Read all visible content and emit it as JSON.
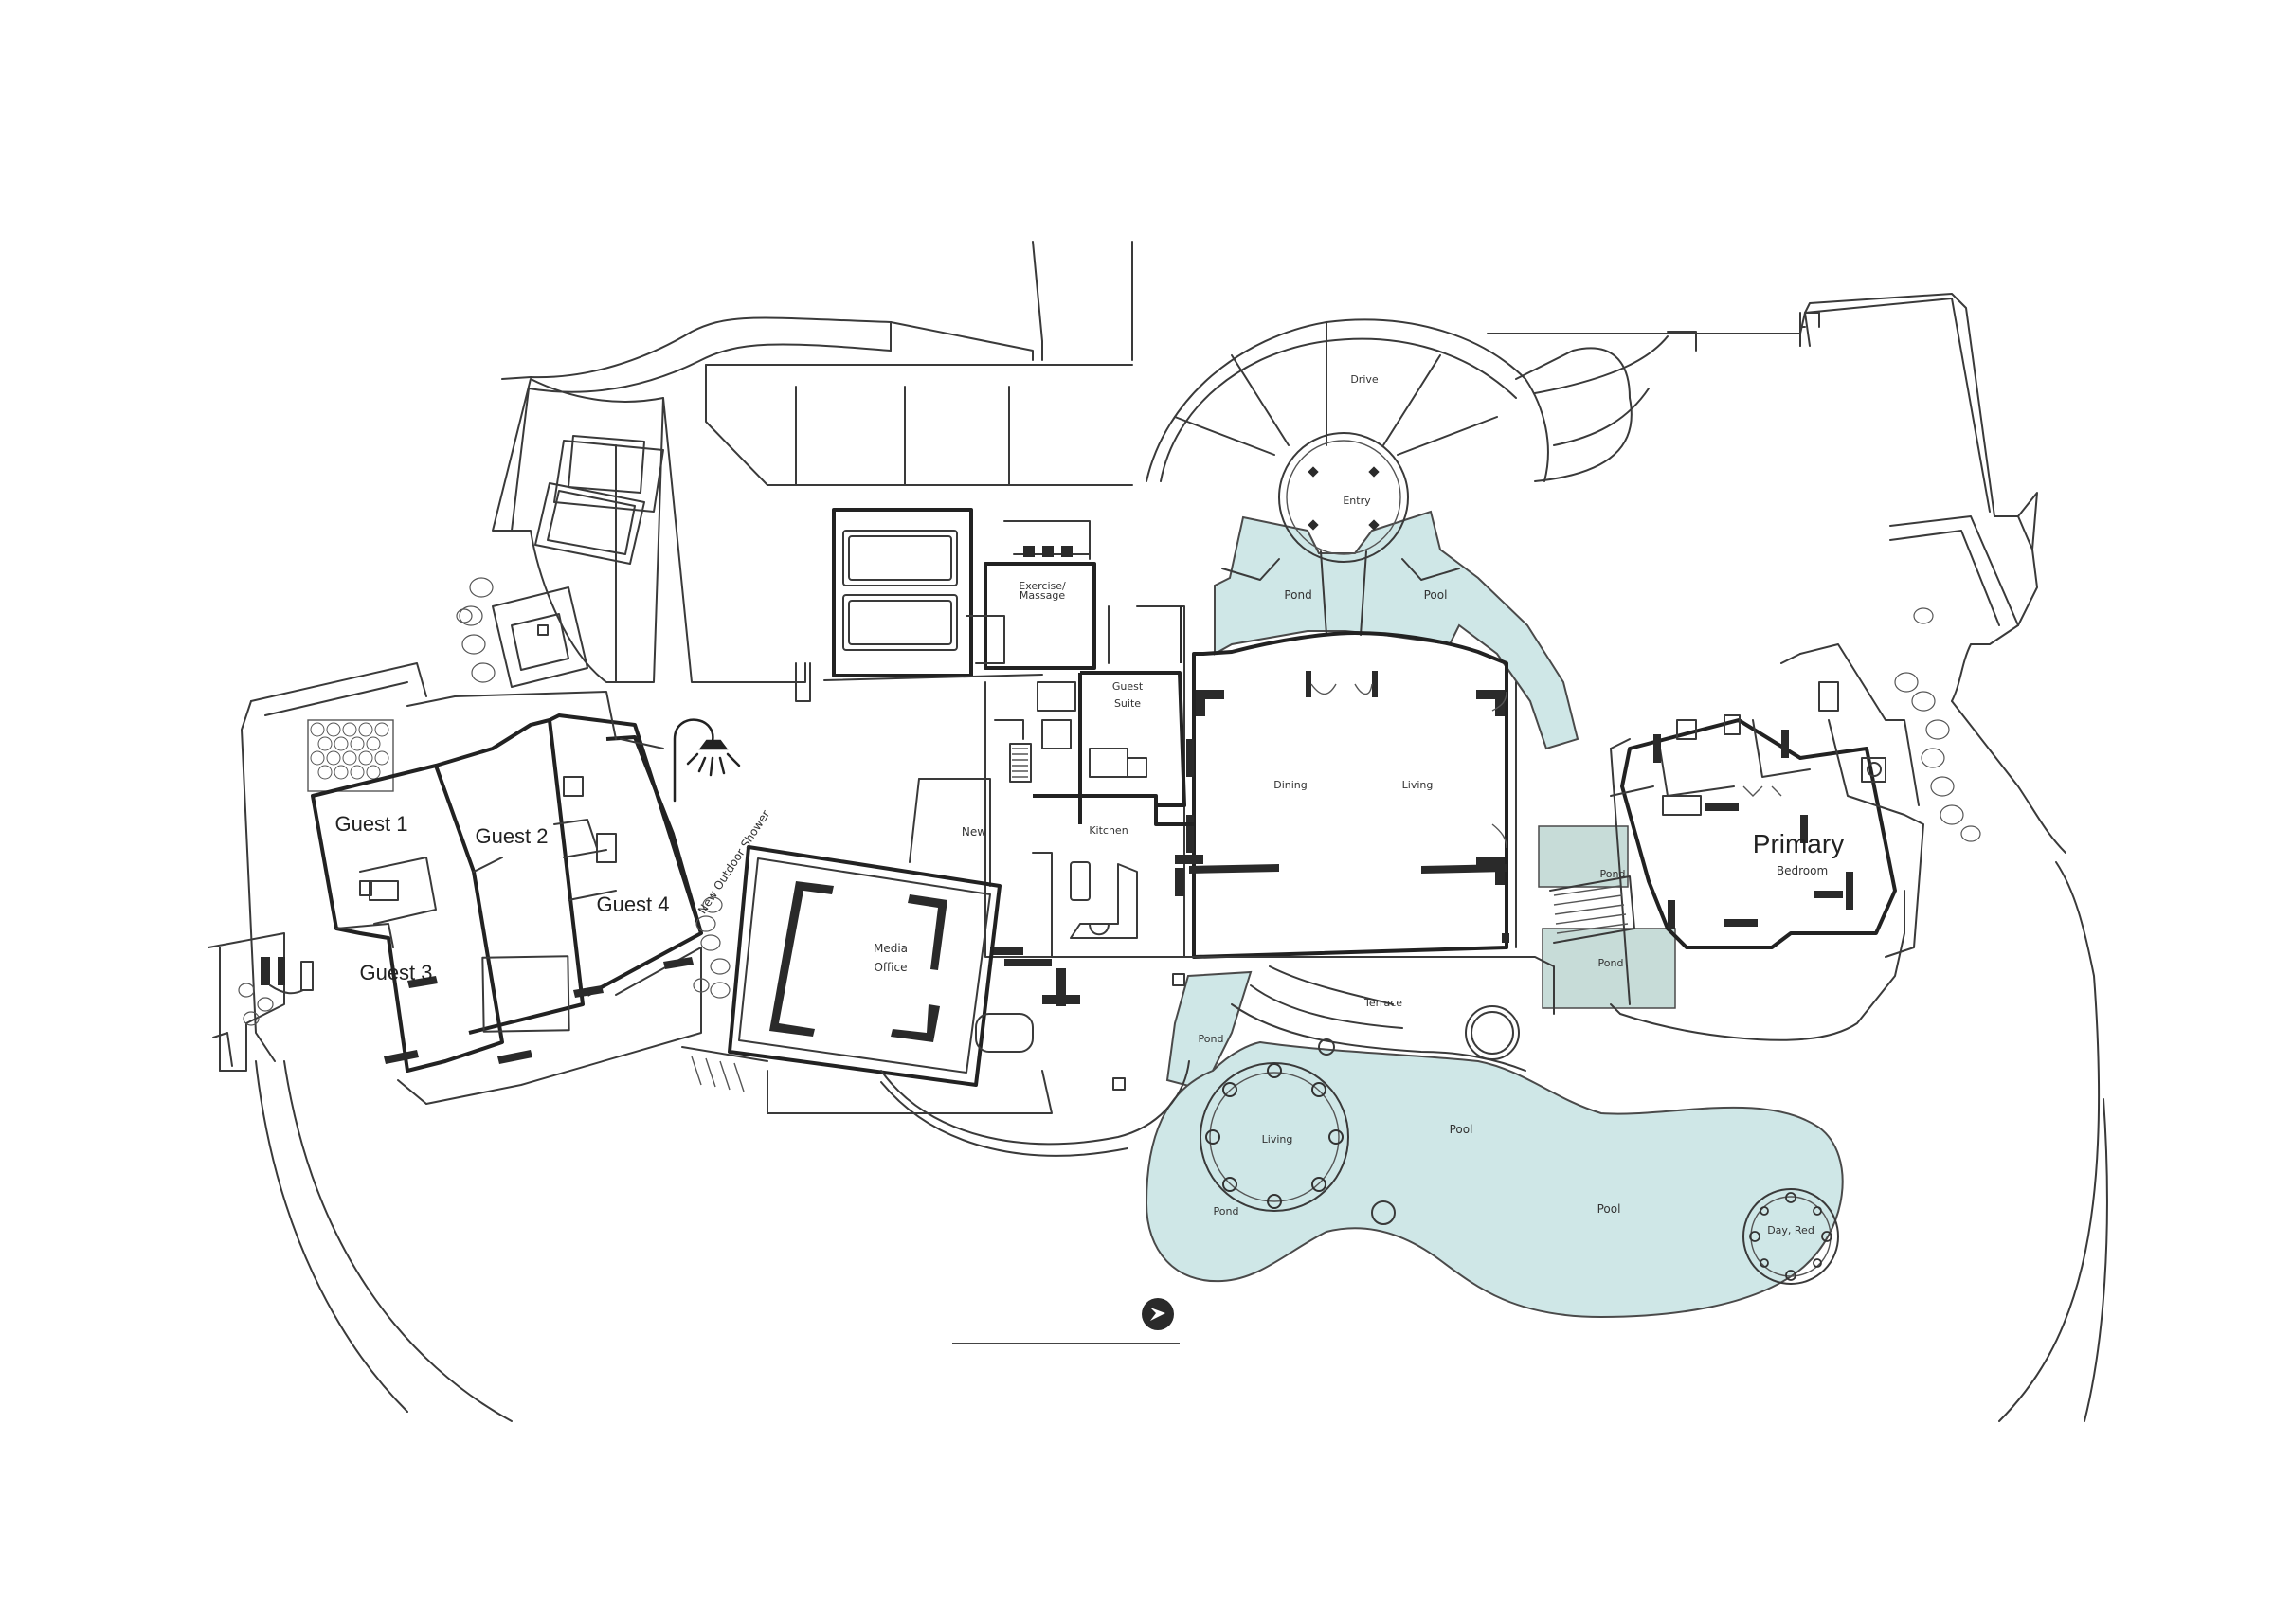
{
  "colors": {
    "water": "#cfe7e7",
    "pond_green": "#c7dcd8",
    "wall": "#3a3a3a",
    "background": "#ffffff"
  },
  "rooms": {
    "drive": "Drive",
    "entry": "Entry",
    "pond_entry_left": "Pond",
    "pool_entry_right": "Pool",
    "exercise_massage": "Exercise/ Massage",
    "guest_suite": "Guest Suite",
    "dining": "Dining",
    "living_main": "Living",
    "kitchen": "Kitchen",
    "new": "New",
    "media_office": "Media Office",
    "guest_1": "Guest 1",
    "guest_2": "Guest 2",
    "guest_3": "Guest 3",
    "guest_4": "Guest 4",
    "outdoor_shower": "New Outdoor Shower",
    "primary": "Primary",
    "bedroom": "Bedroom",
    "pond_east_upper": "Pond",
    "pond_east_lower": "Pond",
    "terrace": "Terrace",
    "pond_terrace": "Pond",
    "living_pavilion": "Living",
    "pond_pavilion": "Pond",
    "pool_upper": "Pool",
    "pool_lower": "Pool",
    "day_bed": "Day, Red"
  },
  "icons": {
    "shower": "shower-icon",
    "north_arrow": "north-arrow-icon"
  }
}
